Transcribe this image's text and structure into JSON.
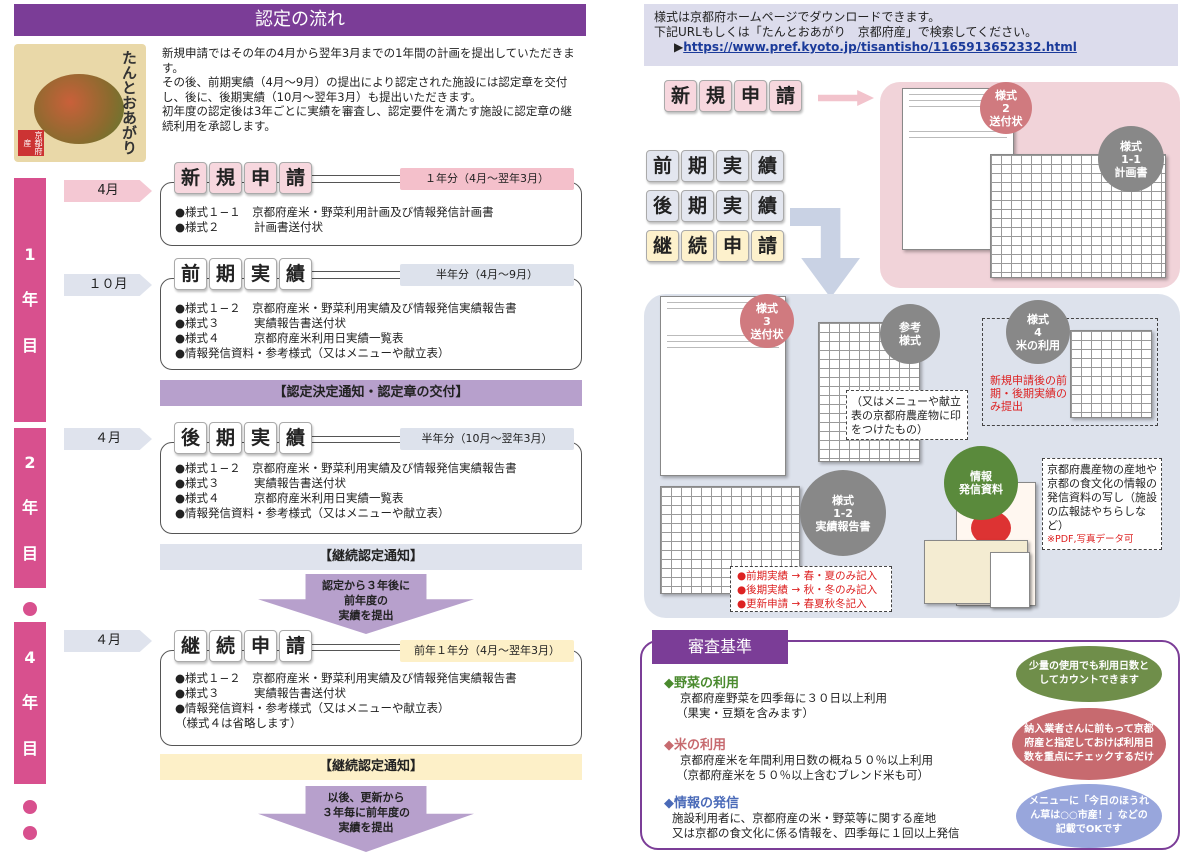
{
  "left": {
    "title": "認定の流れ",
    "logo_text": "たんとおあがり",
    "logo_seal": "京都府産",
    "intro": [
      "新規申請ではその年の4月から翌年3月までの1年間の計画を提出していただきます。",
      "その後、前期実績（4月〜9月）の提出により認定された施設には認定章を交付し、後に、後期実績（10月〜翌年3月）も提出いただきます。",
      "初年度の認定後は3年ごとに実績を審査し、認定要件を満たす施設に認定章の継続利用を承認します。"
    ],
    "years": {
      "y1": [
        "1",
        "年",
        "目"
      ],
      "y2": [
        "2",
        "年",
        "目"
      ],
      "y4": [
        "4",
        "年",
        "目"
      ]
    },
    "steps": {
      "new": {
        "month": "4月",
        "chars": [
          "新",
          "規",
          "申",
          "請"
        ],
        "period": "１年分（4月〜翌年3月）",
        "items": [
          "●様式１−１　京都府産米・野菜利用計画及び情報発信計画書",
          "●様式２　　　計画書送付状"
        ]
      },
      "first": {
        "month": "１０月",
        "chars": [
          "前",
          "期",
          "実",
          "績"
        ],
        "period": "半年分（4月〜9月）",
        "items": [
          "●様式１−２　京都府産米・野菜利用実績及び情報発信実績報告書",
          "●様式３　　　実績報告書送付状",
          "●様式４　　　京都府産米利用日実績一覧表",
          "●情報発信資料・参考様式（又はメニューや献立表）"
        ]
      },
      "second": {
        "month": "４月",
        "chars": [
          "後",
          "期",
          "実",
          "績"
        ],
        "period": "半年分（10月〜翌年3月）",
        "items": [
          "●様式１−２　京都府産米・野菜利用実績及び情報発信実績報告書",
          "●様式３　　　実績報告書送付状",
          "●様式４　　　京都府産米利用日実績一覧表",
          "●情報発信資料・参考様式（又はメニューや献立表）"
        ]
      },
      "continue": {
        "month": "４月",
        "chars": [
          "継",
          "続",
          "申",
          "請"
        ],
        "period": "前年１年分（4月〜翌年3月）",
        "items": [
          "●様式１−２　京都府産米・野菜利用実績及び情報発信実績報告書",
          "●様式３　　　実績報告書送付状",
          "●情報発信資料・参考様式（又はメニューや献立表）",
          "（様式４は省略します）"
        ]
      }
    },
    "notice1": "【認定決定通知・認定章の交付】",
    "notice2": "【継続認定通知】",
    "notice3": "【継続認定通知】",
    "arrow1": [
      "認定から３年後に",
      "前年度の",
      "実績を提出"
    ],
    "arrow2": [
      "以後、更新から",
      "３年毎に前年度の",
      "実績を提出"
    ]
  },
  "right": {
    "download_line1": "様式は京都府ホームページでダウンロードできます。",
    "download_line2": "下記URLもしくは「たんとおあがり　京都府産」で検索してください。",
    "url_prefix": "▶",
    "url": "https://www.pref.kyoto.jp/tisantisho/1165913652332.html",
    "chips": {
      "new": [
        "新",
        "規",
        "申",
        "請"
      ],
      "first": [
        "前",
        "期",
        "実",
        "績"
      ],
      "second": [
        "後",
        "期",
        "実",
        "績"
      ],
      "continue": [
        "継",
        "続",
        "申",
        "請"
      ]
    },
    "circles": {
      "f2": [
        "様式",
        "2",
        "送付状"
      ],
      "f11": [
        "様式",
        "1-1",
        "計画書"
      ],
      "f3": [
        "様式",
        "3",
        "送付状"
      ],
      "ref": [
        "参考",
        "様式"
      ],
      "f4": [
        "様式",
        "4",
        "米の利用"
      ],
      "info": [
        "情報",
        "発信資料"
      ],
      "f12": [
        "様式",
        "1-2",
        "実績報告書"
      ]
    },
    "ref_note": "（又はメニューや献立表の京都府農産物に印をつけたもの）",
    "f4_note": "新規申請後の前期・後期実績のみ提出",
    "info_note": "京都府農産物の産地や京都の食文化の情報の発信資料の写し（施設の広報誌やちらしなど）",
    "info_small": "※PDF,写真データ可",
    "legend": [
      {
        "label": "●前期実績",
        "arrow": "→",
        "text": "春・夏のみ記入"
      },
      {
        "label": "●後期実績",
        "arrow": "→",
        "text": "秋・冬のみ記入"
      },
      {
        "label": "●更新申請",
        "arrow": "→",
        "text": "春夏秋冬記入"
      }
    ],
    "eval": {
      "title": "審査基準",
      "veg_h": "◆野菜の利用",
      "veg_t": [
        "京都府産野菜を四季毎に３０日以上利用",
        "（果実・豆類を含みます）"
      ],
      "rice_h": "◆米の利用",
      "rice_t": [
        "京都府産米を年間利用日数の概ね５０％以上利用",
        "（京都府産米を５０％以上含むブレンド米も可）"
      ],
      "info_h": "◆情報の発信",
      "info_t": [
        "施設利用者に、京都府産の米・野菜等に関する産地",
        "又は京都の食文化に係る情報を、四季毎に１回以上発信"
      ],
      "bubble1": "少量の使用でも利用日数としてカウントできます",
      "bubble2": "納入業者さんに前もって京都府産と指定しておけば利用日数を重点にチェックするだけ",
      "bubble3": "メニューに「今日のほうれん草は○○市産！」などの記載でOKです"
    },
    "colors": {
      "purple": "#7b3d97",
      "pink": "#d8508e",
      "green": "#5a8a3c",
      "rose": "#c76a6f",
      "blue": "#98a6dc"
    }
  }
}
